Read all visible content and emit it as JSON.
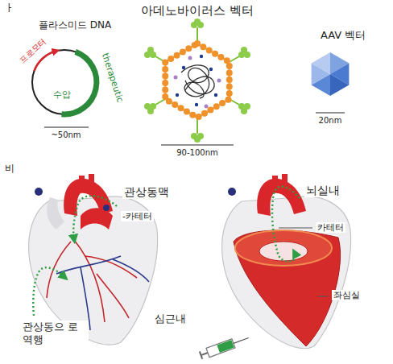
{
  "diagram": {
    "labels": [
      "ㅏ",
      "아데노바이러스 벡터",
      "플라스미드 DNA",
      "AAV 벡터",
      "프로모터",
      "therapeutic",
      "수압",
      "~50nm",
      "90-100nm",
      "20nm",
      "비",
      "관상동맥",
      "-카테터",
      "관상동으 로 역행",
      "심근내",
      "뇌실내",
      "카테터",
      "좌심실"
    ]
  }
}
